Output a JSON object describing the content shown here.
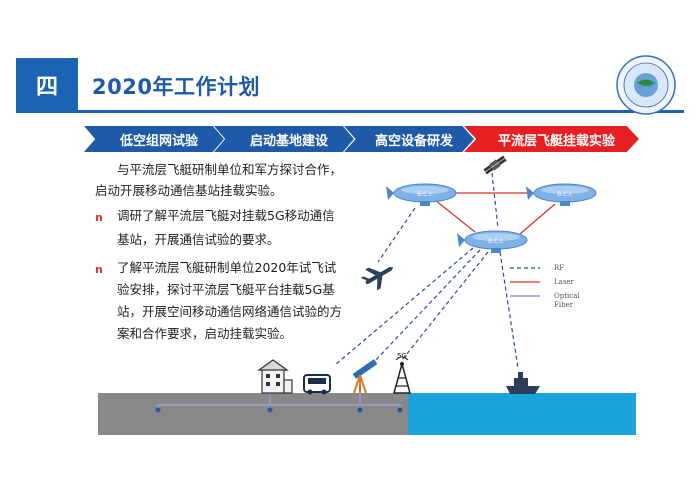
{
  "header": {
    "section_number": "四",
    "title": "2020年工作计划"
  },
  "steps": [
    {
      "label": "低空组网试验",
      "color": "#1e5aa8"
    },
    {
      "label": "启动基地建设",
      "color": "#1e5aa8"
    },
    {
      "label": "高空设备研发",
      "color": "#1e5aa8"
    },
    {
      "label": "平流层飞艇挂载实验",
      "color": "#e62020"
    }
  ],
  "body": {
    "intro_line1": "与平流层飞艇研制单位和军方探讨合作，",
    "intro_line2": "启动开展移动通信基站挂载实验。",
    "bullet_marker": "n",
    "bullet1_line1": "调研了解平流层飞艇对挂载5G移动通信",
    "bullet1_line2": "基站，开展通信试验的要求。",
    "bullet2_line1": "了解平流层飞艇研制单位2020年试飞试",
    "bullet2_line2": "验安排，探讨平流层飞艇平台挂载5G基",
    "bullet2_line3": "站，开展空间移动通信网络通信试验的方",
    "bullet2_line4": "案和合作要求，启动挂载实验。"
  },
  "diagram": {
    "airship_label": "B.C.I.",
    "tower_label": "5G",
    "legend": [
      {
        "label": "RF",
        "color": "#2a4f8a",
        "style": "dashed"
      },
      {
        "label": "Laser",
        "color": "#d9342b",
        "style": "solid"
      },
      {
        "label_line1": "Optical",
        "label_line2": "Fiber",
        "color": "#8a7fc6",
        "style": "solid"
      }
    ],
    "ground_color": "#888888",
    "sea_color": "#1aa3dd"
  }
}
